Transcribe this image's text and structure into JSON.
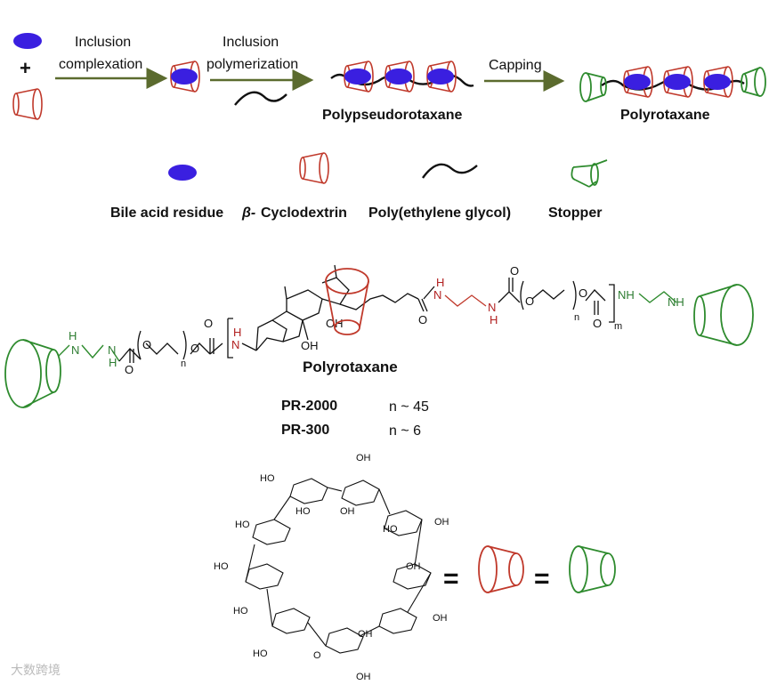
{
  "scheme": {
    "step1_line1": "Inclusion",
    "step1_line2": "complexation",
    "step2_line1": "Inclusion",
    "step2_line2": "polymerization",
    "step3": "Capping",
    "plus": "+",
    "product1": "Polypseudorotaxane",
    "product2": "Polyrotaxane"
  },
  "legend": {
    "bile": "Bile acid residue",
    "beta": "β-",
    "cd": "Cyclodextrin",
    "peg": "Poly(ethylene glycol)",
    "stopper": "Stopper"
  },
  "structure": {
    "title": "Polyrotaxane",
    "nh": "NH",
    "n_label": "N",
    "h_label": "H",
    "o_label": "O",
    "oh": "OH",
    "n_sub": "n",
    "m_sub": "m",
    "rows": [
      {
        "name": "PR-2000",
        "value": "n ~ 45"
      },
      {
        "name": "PR-300",
        "value": "n ~ 6"
      }
    ]
  },
  "cyclodextrin": {
    "ho": "HO",
    "oh": "OH",
    "o": "O",
    "equals": "="
  },
  "watermark": "大数跨境",
  "colors": {
    "bile": "#3a1fe0",
    "cd": "#c0392b",
    "stopper": "#2e8b2e",
    "arrow": "#5b6b2e",
    "peg": "#111111"
  },
  "icons": [
    "bile-acid-ellipse-icon",
    "cyclodextrin-cone-icon",
    "peg-chain-icon",
    "stopper-cone-icon",
    "arrow-icon"
  ]
}
